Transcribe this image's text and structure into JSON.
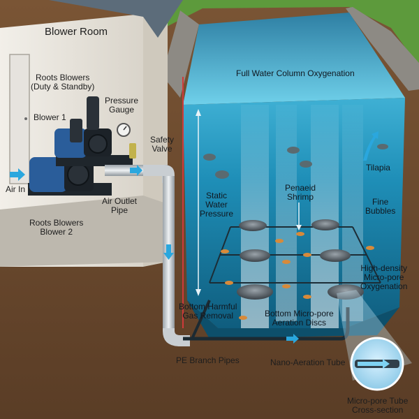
{
  "labels": {
    "blower_room": "Blower Room",
    "roots_blowers_top_1": "Roots Blowers",
    "roots_blowers_top_2": "(Duty & Standby)",
    "blower_1": "Blower 1",
    "pressure_gauge_1": "Pressure",
    "pressure_gauge_2": "Gauge",
    "safety_valve_1": "Safety",
    "safety_valve_2": "Valve",
    "air_in": "Air In",
    "air_outlet_pipe_1": "Air Outlet",
    "air_outlet_pipe_2": "Pipe",
    "roots_blowers_bottom_1": "Roots Blowers",
    "roots_blowers_bottom_2": "Blower 2",
    "full_water_column": "Full Water Column Oxygenation",
    "static_water_pressure_1": "Static",
    "static_water_pressure_2": "Water",
    "static_water_pressure_3": "Pressure",
    "penaeid_shrimp_1": "Penaeid",
    "penaeid_shrimp_2": "Shrimp",
    "tilapia": "Tilapia",
    "fine_bubbles_1": "Fine",
    "fine_bubbles_2": "Bubbles",
    "high_density_1": "High-density",
    "high_density_2": "Micro-pore",
    "high_density_3": "Oxygenation",
    "bottom_harmful_1": "Bottom Harmful",
    "bottom_harmful_2": "Gas Removal",
    "bottom_discs_1": "Bottom Micro-pore",
    "bottom_discs_2": "Aeration Discs",
    "pe_branch_pipes": "PE Branch Pipes",
    "nano_aeration_tube": "Nano-Aeration Tube",
    "micro_pore_tube_1": "Micro-pore Tube",
    "micro_pore_tube_2": "Cross-section"
  },
  "colors": {
    "sky_grass": "#5d9a3c",
    "soil": "#6a4a30",
    "water_deep": "#17799e",
    "water_surface": "#5cc3e0",
    "wall": "#e9e5dd",
    "roof": "#5c6c7a",
    "pipe": "#c9ced2",
    "blower_blue": "#2a5d9a",
    "arrow_blue": "#2aa7de"
  }
}
